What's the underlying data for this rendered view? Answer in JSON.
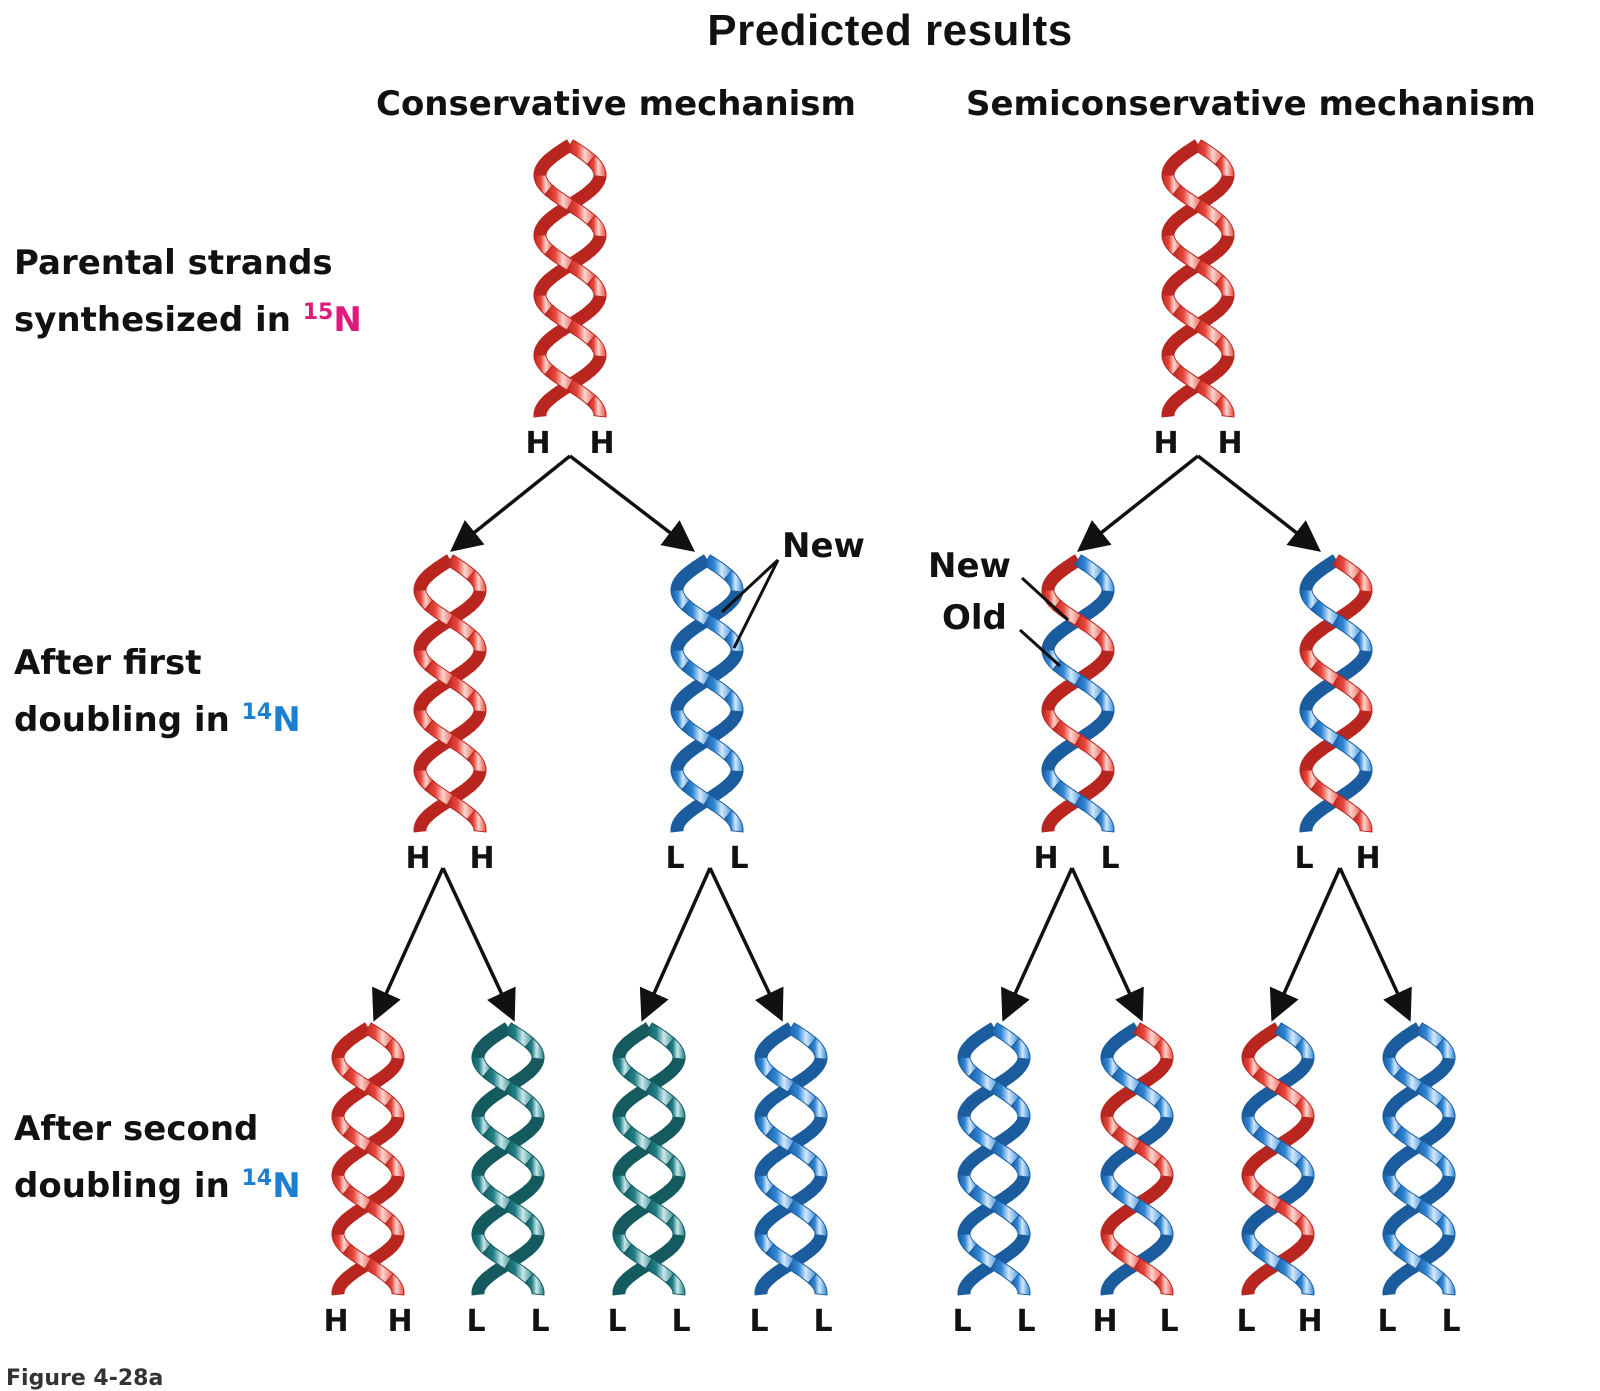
{
  "title": "Predicted results",
  "columns": {
    "conservative": "Conservative mechanism",
    "semiconservative": "Semiconservative mechanism"
  },
  "rows": {
    "parental": {
      "line1": "Parental strands",
      "line2": "synthesized in ",
      "isotope_mass": "15",
      "isotope_symbol": "N"
    },
    "first": {
      "line1": "After first",
      "line2": "doubling in ",
      "isotope_mass": "14",
      "isotope_symbol": "N"
    },
    "second": {
      "line1": "After second",
      "line2": "doubling in ",
      "isotope_mass": "14",
      "isotope_symbol": "N"
    }
  },
  "callouts": {
    "new_conservative": "New",
    "new_semiconservative": "New",
    "old_semiconservative": "Old"
  },
  "caption": "Figure 4-28a",
  "colors": {
    "heavy": "#e8463c",
    "light": "#2f86d6",
    "hybrid": "#1f7f86",
    "isotope15": "#e0197d",
    "isotope14": "#1c7fd0"
  },
  "helices": [
    {
      "id": "cons-parent",
      "strands": [
        "heavy",
        "heavy"
      ],
      "labels": [
        "H",
        "H"
      ]
    },
    {
      "id": "semi-parent",
      "strands": [
        "heavy",
        "heavy"
      ],
      "labels": [
        "H",
        "H"
      ]
    },
    {
      "id": "cons-gen1-a",
      "strands": [
        "heavy",
        "heavy"
      ],
      "labels": [
        "H",
        "H"
      ]
    },
    {
      "id": "cons-gen1-b",
      "strands": [
        "light",
        "light"
      ],
      "labels": [
        "L",
        "L"
      ]
    },
    {
      "id": "semi-gen1-a",
      "strands": [
        "light",
        "heavy"
      ],
      "labels": [
        "H",
        "L"
      ]
    },
    {
      "id": "semi-gen1-b",
      "strands": [
        "heavy",
        "light"
      ],
      "labels": [
        "L",
        "H"
      ]
    },
    {
      "id": "cons-gen2-a",
      "strands": [
        "heavy",
        "heavy"
      ],
      "labels": [
        "H",
        "H"
      ]
    },
    {
      "id": "cons-gen2-b",
      "strands": [
        "hybrid",
        "hybrid"
      ],
      "labels": [
        "L",
        "L"
      ]
    },
    {
      "id": "cons-gen2-c",
      "strands": [
        "hybrid",
        "hybrid"
      ],
      "labels": [
        "L",
        "L"
      ]
    },
    {
      "id": "cons-gen2-d",
      "strands": [
        "light",
        "light"
      ],
      "labels": [
        "L",
        "L"
      ]
    },
    {
      "id": "semi-gen2-a",
      "strands": [
        "light",
        "light"
      ],
      "labels": [
        "L",
        "L"
      ]
    },
    {
      "id": "semi-gen2-b",
      "strands": [
        "heavy",
        "light"
      ],
      "labels": [
        "H",
        "L"
      ]
    },
    {
      "id": "semi-gen2-c",
      "strands": [
        "light",
        "heavy"
      ],
      "labels": [
        "L",
        "H"
      ]
    },
    {
      "id": "semi-gen2-d",
      "strands": [
        "light",
        "light"
      ],
      "labels": [
        "L",
        "L"
      ]
    }
  ]
}
